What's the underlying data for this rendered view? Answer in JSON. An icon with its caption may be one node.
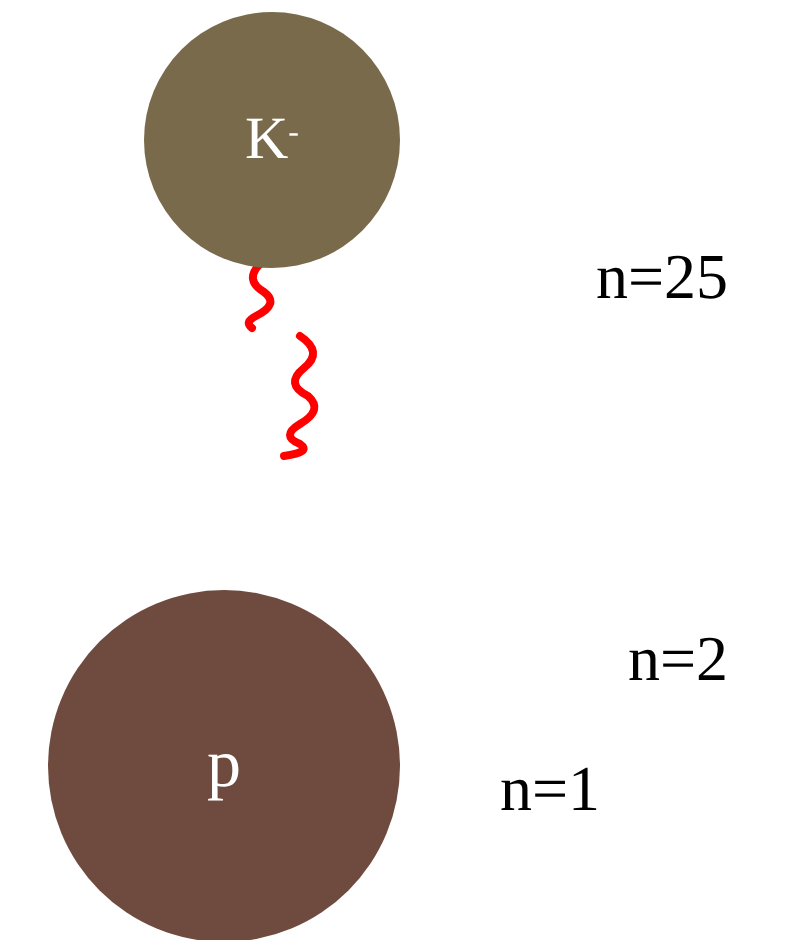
{
  "diagram": {
    "nodes": [
      {
        "text": [
          "K$^{-}$"
        ]
      },
      {
        "text": [
          "p"
        ]
      }
    ],
    "labels": [
      "n=25",
      "n=2",
      "n=1"
    ]
  }
}
